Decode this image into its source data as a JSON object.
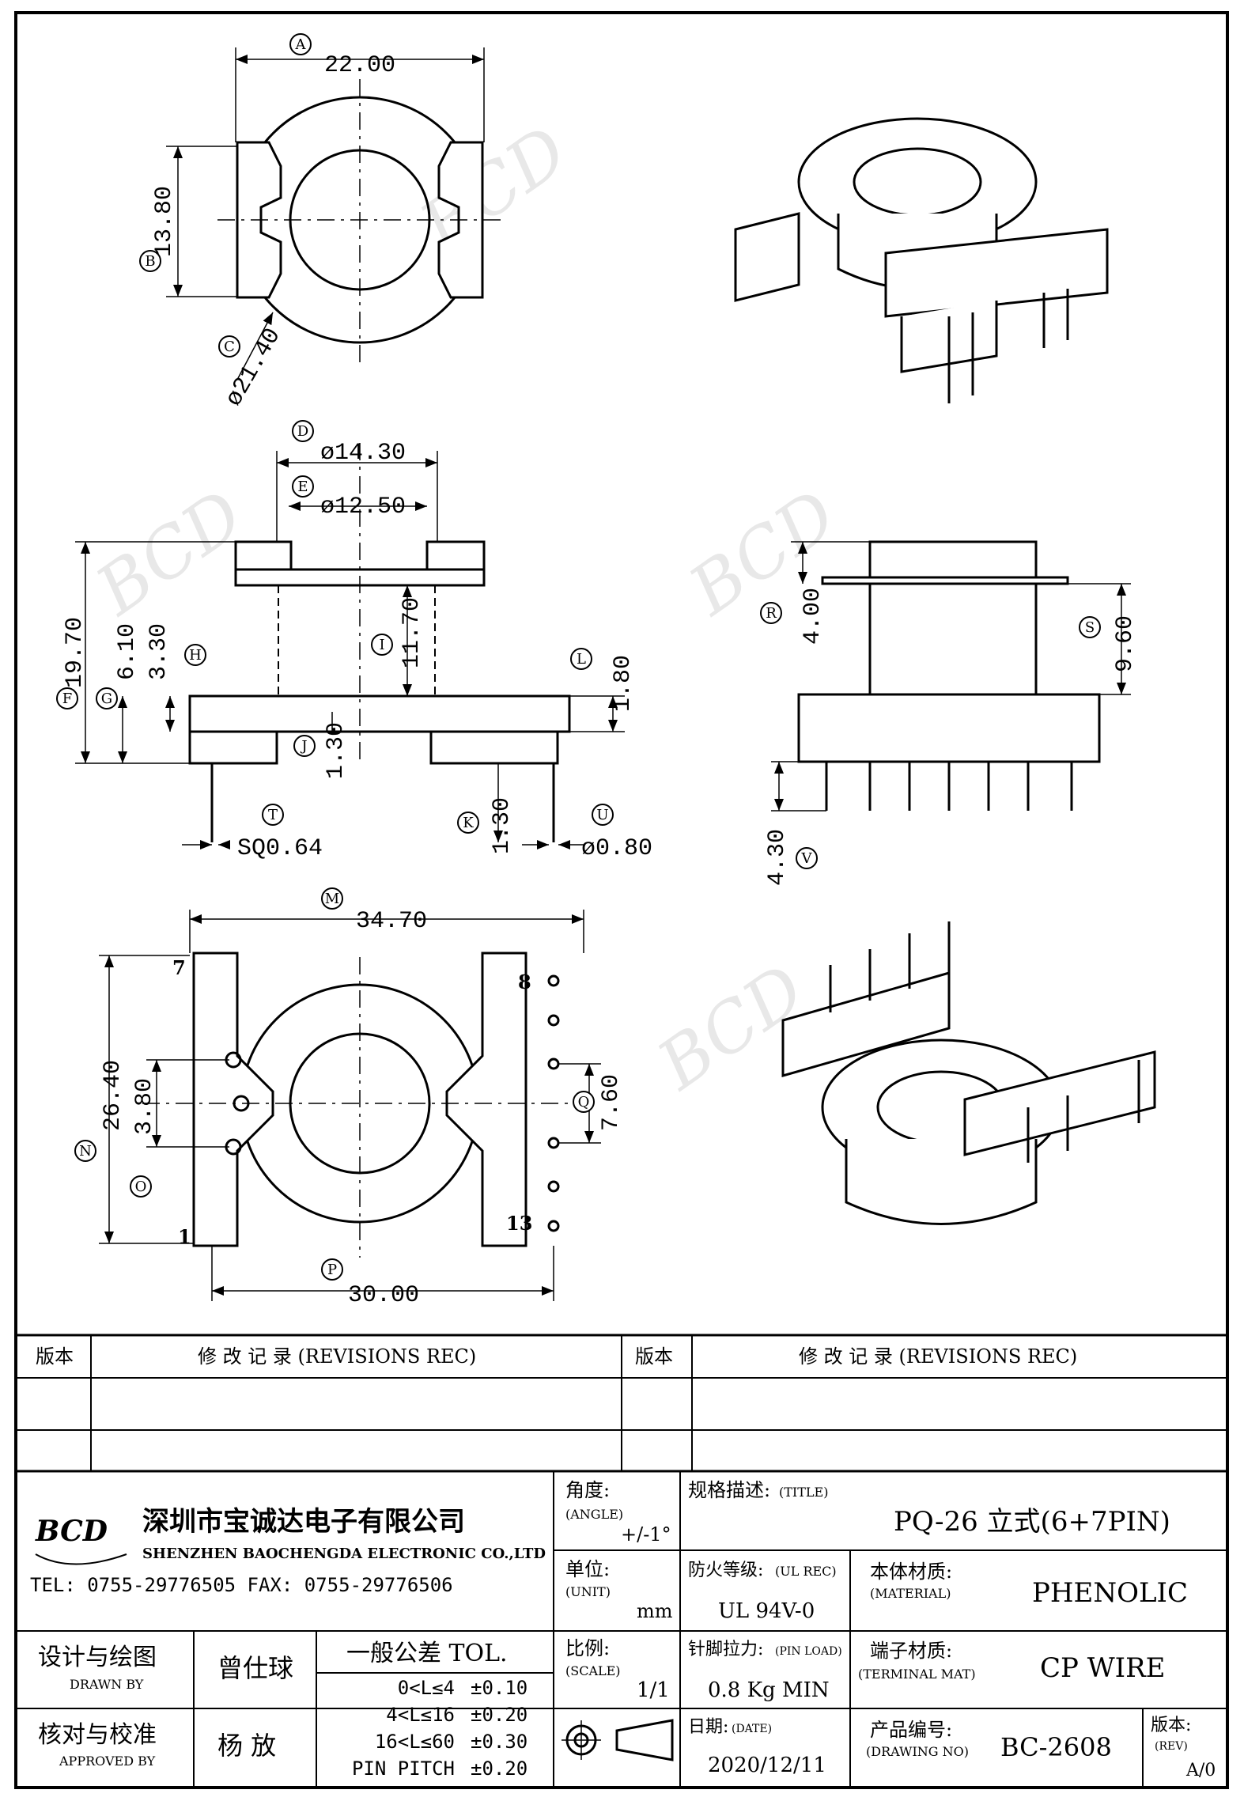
{
  "drawing": {
    "top_view": {
      "dim_A": "22.00",
      "dim_B": "13.80",
      "dim_C": "ø21.40"
    },
    "front_view": {
      "dim_D": "ø14.30",
      "dim_E": "ø12.50",
      "dim_F": "19.70",
      "dim_G": "6.10",
      "dim_H": "3.30",
      "dim_I": "11.70",
      "dim_J": "1.30",
      "dim_K": "1.30",
      "dim_L": "1.80",
      "dim_T": "SQ0.64",
      "dim_U": "ø0.80"
    },
    "side_view": {
      "dim_R": "4.00",
      "dim_S": "9.60",
      "dim_V": "4.30"
    },
    "bottom_view": {
      "dim_M": "34.70",
      "dim_N": "26.40",
      "dim_O": "3.80",
      "dim_P": "30.00",
      "dim_Q": "7.60",
      "pin_7": "7",
      "pin_8": "8",
      "pin_1": "1",
      "pin_13": "13"
    },
    "bubbles": [
      "A",
      "B",
      "C",
      "D",
      "E",
      "F",
      "G",
      "H",
      "I",
      "J",
      "K",
      "L",
      "M",
      "N",
      "O",
      "P",
      "Q",
      "R",
      "S",
      "T",
      "U",
      "V"
    ],
    "watermark": "BCD"
  },
  "title_block": {
    "rev_header_left": "版本",
    "rev_record_left": "修 改 记 录 (REVISIONS REC)",
    "rev_header_right": "版本",
    "rev_record_right": "修 改 记 录 (REVISIONS REC)",
    "company_cn": "深圳市宝诚达电子有限公司",
    "company_en": "SHENZHEN BAOCHENGDA ELECTRONIC CO.,LTD",
    "contact": "TEL: 0755-29776505 FAX: 0755-29776506",
    "logo_text": "BCD",
    "angle_label": "角度:",
    "angle_label_en": "(ANGLE)",
    "angle_value": "+/-1°",
    "unit_label": "单位:",
    "unit_label_en": "(UNIT)",
    "unit_value": "mm",
    "scale_label": "比例:",
    "scale_label_en": "(SCALE)",
    "scale_value": "1/1",
    "title_label": "规格描述:",
    "title_label_en": "(TITLE)",
    "title_value": "PQ-26 立式(6+7PIN)",
    "ul_label": "防火等级:",
    "ul_label_en": "(UL REC)",
    "ul_value": "UL 94V-0",
    "material_label": "本体材质:",
    "material_label_en": "(MATERIAL)",
    "material_value": "PHENOLIC",
    "pinload_label": "针脚拉力:",
    "pinload_label_en": "(PIN LOAD)",
    "pinload_value": "0.8 Kg MIN",
    "terminal_label": "端子材质:",
    "terminal_label_en": "(TERMINAL MAT)",
    "terminal_value": "CP WIRE",
    "date_label": "日期:",
    "date_label_en": "(DATE)",
    "date_value": "2020/12/11",
    "drawing_no_label": "产品编号:",
    "drawing_no_label_en": "(DRAWING NO)",
    "drawing_no_value": "BC-2608",
    "rev_label": "版本:",
    "rev_label_en": "(REV)",
    "rev_value": "A/0",
    "drawn_label": "设计与绘图",
    "drawn_label_en": "DRAWN BY",
    "drawn_value": "曾仕球",
    "approved_label": "核对与校准",
    "approved_label_en": "APPROVED BY",
    "approved_value": "杨 放",
    "tol_title": "一般公差 TOL.",
    "tol_rows": [
      {
        "range": "0<L≤4",
        "value": "±0.10"
      },
      {
        "range": "4<L≤16",
        "value": "±0.20"
      },
      {
        "range": "16<L≤60",
        "value": "±0.30"
      },
      {
        "range": "PIN PITCH",
        "value": "±0.20"
      }
    ]
  }
}
